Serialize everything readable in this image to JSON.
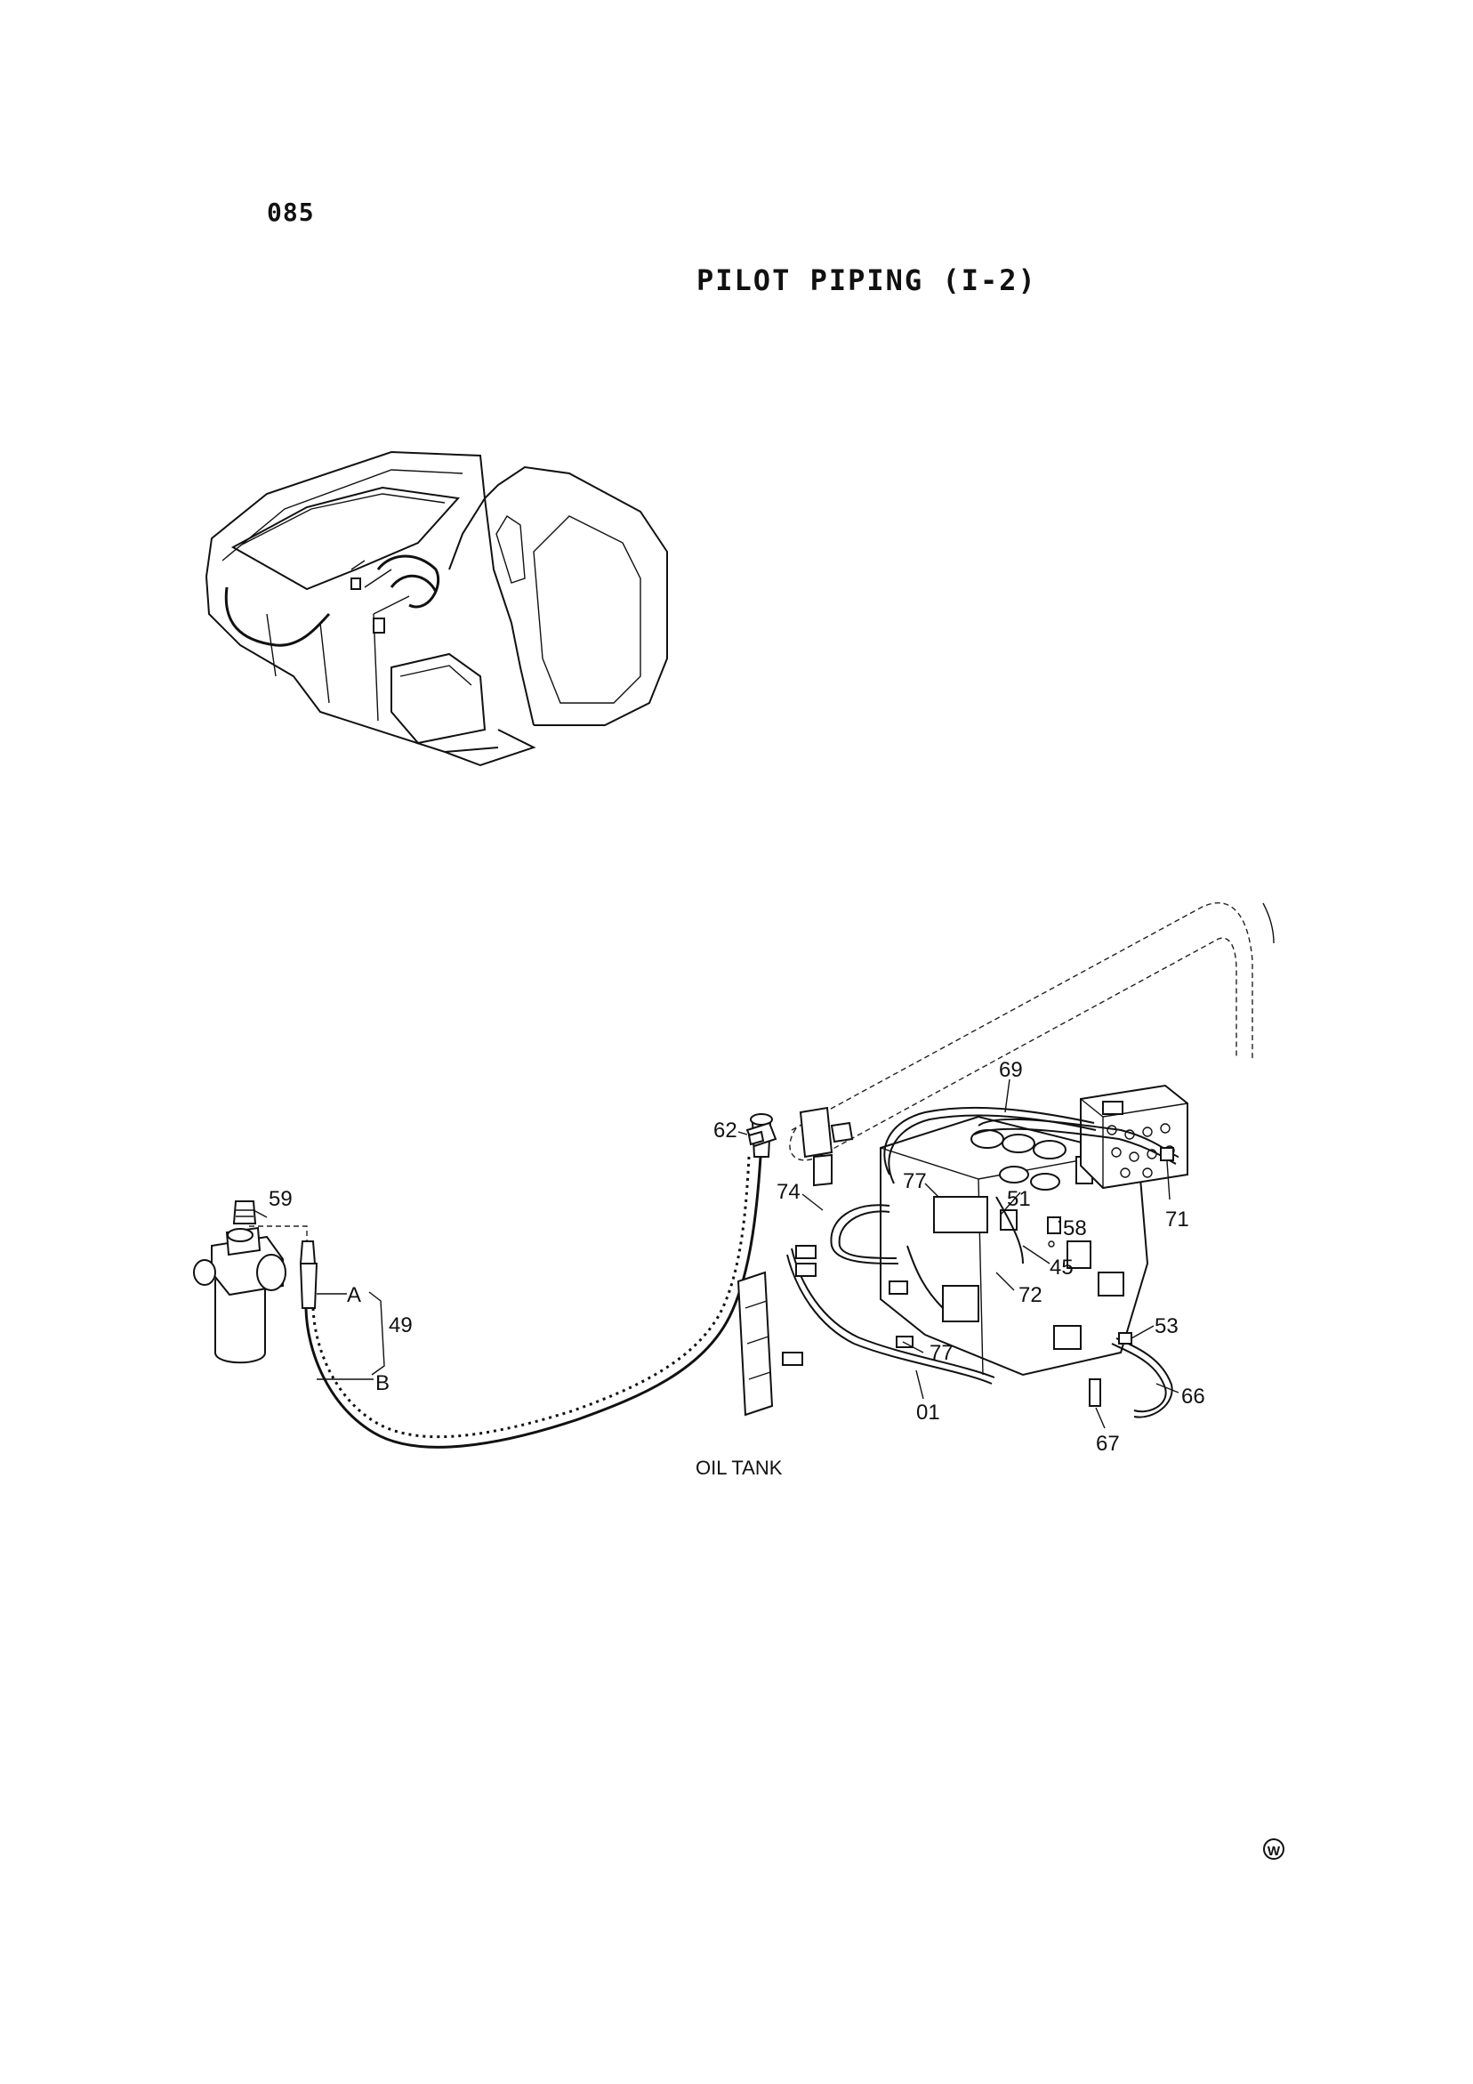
{
  "page_number": "085",
  "title": "PILOT PIPING (I-2)",
  "oil_tank_label": "OIL TANK",
  "mark": "W",
  "callouts": {
    "c59": "59",
    "c62": "62",
    "c49": "49",
    "cA": "A",
    "cB": "B",
    "c69": "69",
    "c71": "71",
    "c77a": "77",
    "c51": "51",
    "c58": "58",
    "c74": "74",
    "c45": "45",
    "c72": "72",
    "c53": "53",
    "c77b": "77",
    "c01": "01",
    "c66": "66",
    "c67": "67"
  }
}
